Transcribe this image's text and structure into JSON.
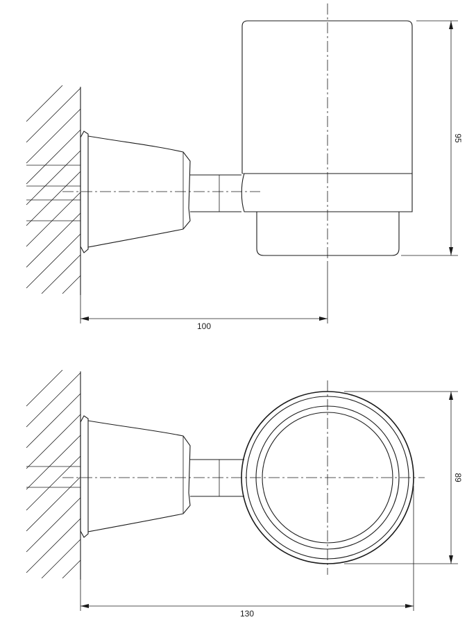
{
  "dimensions": {
    "side_height": "95",
    "side_depth": "100",
    "top_diameter": "89",
    "top_depth": "130"
  },
  "colors": {
    "line": "#1a1a1a",
    "background": "#ffffff"
  }
}
